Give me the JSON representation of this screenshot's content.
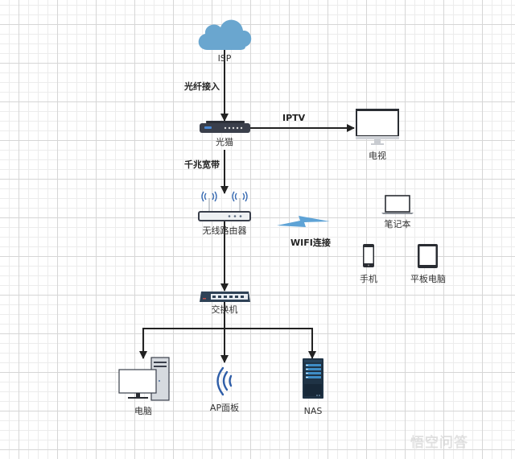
{
  "diagram": {
    "colors": {
      "edge": "#222222",
      "cloud": "#6aa6cf",
      "wifi_blue": "#3b6db3",
      "device_dark": "#3a3f4b",
      "bolt": "#5ea3d6",
      "nas_body": "#1f3345",
      "nas_accent": "#3e8cc4"
    },
    "nodes": {
      "isp": {
        "label": "ISP",
        "icon": "cloud-icon"
      },
      "modem": {
        "label": "光猫",
        "icon": "modem-icon"
      },
      "tv": {
        "label": "电视",
        "icon": "tv-monitor-icon"
      },
      "router": {
        "label": "无线路由器",
        "icon": "wireless-router-icon"
      },
      "laptop": {
        "label": "笔记本",
        "icon": "laptop-icon"
      },
      "phone": {
        "label": "手机",
        "icon": "phone-icon"
      },
      "tablet": {
        "label": "平板电脑",
        "icon": "tablet-icon"
      },
      "switch": {
        "label": "交换机",
        "icon": "switch-icon"
      },
      "pc": {
        "label": "电脑",
        "icon": "desktop-pc-icon"
      },
      "ap": {
        "label": "AP面板",
        "icon": "wifi-signal-icon"
      },
      "nas": {
        "label": "NAS",
        "icon": "nas-server-icon"
      }
    },
    "edges": {
      "isp_modem": "光纤接入",
      "modem_tv": "IPTV",
      "modem_router": "千兆宽带",
      "wifi": "WIFI连接"
    }
  },
  "watermark": "悟空问答"
}
